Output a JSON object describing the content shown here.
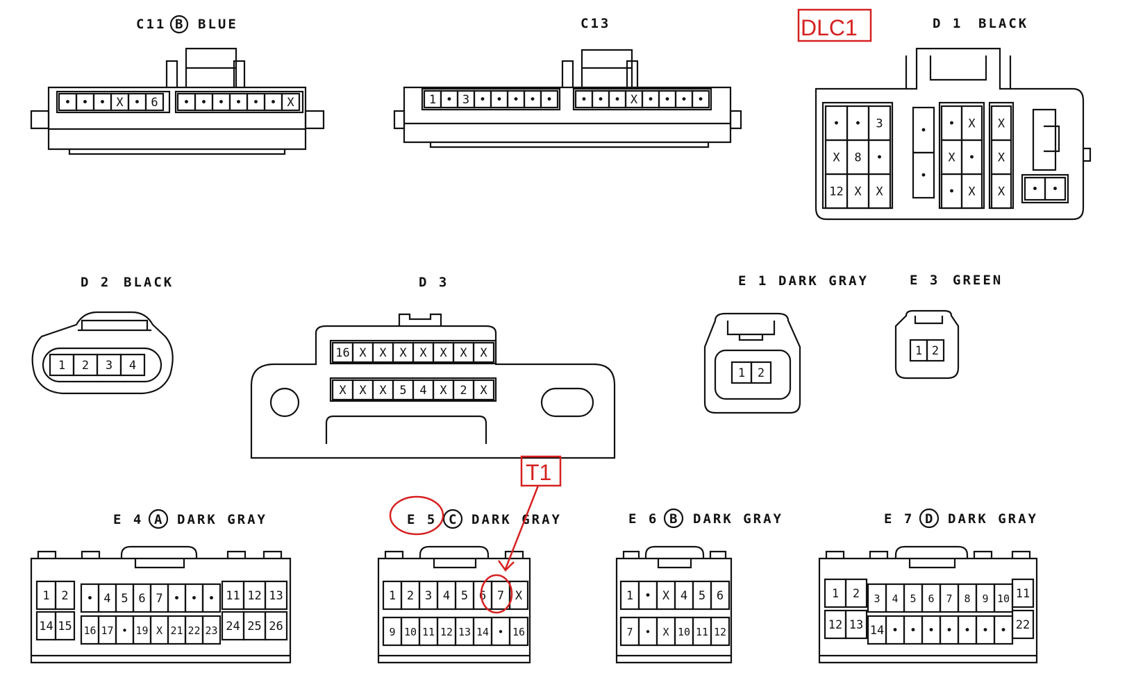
{
  "colors": {
    "ink": "#111111",
    "annotation": "#d62020"
  },
  "connectors": {
    "c11": {
      "code": "C11",
      "badge": "B",
      "color": "BLUE",
      "row1": [
        "•",
        "•",
        "•",
        "X",
        "•",
        "6"
      ],
      "row2": [
        "•",
        "•",
        "•",
        "•",
        "•",
        "•",
        "X"
      ]
    },
    "c13": {
      "code": "C13",
      "row1": [
        "1",
        "•",
        "3",
        "•",
        "•",
        "•",
        "•",
        "•"
      ],
      "row2": [
        "•",
        "•",
        "•",
        "X",
        "•",
        "•",
        "•",
        "•"
      ]
    },
    "d1": {
      "code": "D 1",
      "color": "BLACK",
      "g1": [
        [
          "•",
          "•",
          "3"
        ],
        [
          "X",
          "8",
          "•"
        ],
        [
          "12",
          "X",
          "X"
        ]
      ],
      "g2": [
        "•",
        "•"
      ],
      "g3": [
        [
          "•",
          "X"
        ],
        [
          "X",
          "•"
        ],
        [
          "•",
          "X"
        ]
      ],
      "g4": [
        "X",
        "X",
        "X"
      ],
      "g5": [
        "•",
        "•"
      ]
    },
    "d2": {
      "code": "D 2",
      "color": "BLACK",
      "pins": [
        "1",
        "2",
        "3",
        "4"
      ]
    },
    "d3": {
      "code": "D 3",
      "row1": [
        "16",
        "X",
        "X",
        "X",
        "X",
        "X",
        "X",
        "X"
      ],
      "row2": [
        "X",
        "X",
        "X",
        "5",
        "4",
        "X",
        "2",
        "X"
      ]
    },
    "e1": {
      "code": "E 1",
      "color": "DARK GRAY",
      "pins": [
        "1",
        "2"
      ]
    },
    "e3": {
      "code": "E 3",
      "color": "GREEN",
      "pins": [
        "1",
        "2"
      ]
    },
    "e4": {
      "code": "E 4",
      "badge": "A",
      "color": "DARK GRAY",
      "top_left": [
        "1",
        "2"
      ],
      "top_mid": [
        "•",
        "4",
        "5",
        "6",
        "7",
        "•",
        "•",
        "•"
      ],
      "top_right": [
        "11",
        "12",
        "13"
      ],
      "bot_left": [
        "14",
        "15"
      ],
      "bot_mid": [
        "16",
        "17",
        "•",
        "19",
        "X",
        "21",
        "22",
        "23"
      ],
      "bot_right": [
        "24",
        "25",
        "26"
      ]
    },
    "e5": {
      "code": "E 5",
      "badge": "C",
      "color": "DARK GRAY",
      "row1": [
        "1",
        "2",
        "3",
        "4",
        "5",
        "6",
        "7",
        "X"
      ],
      "row2": [
        "9",
        "10",
        "11",
        "12",
        "13",
        "14",
        "•",
        "16"
      ]
    },
    "e6": {
      "code": "E 6",
      "badge": "B",
      "color": "DARK GRAY",
      "row1": [
        "1",
        "•",
        "X",
        "4",
        "5",
        "6"
      ],
      "row2": [
        "7",
        "•",
        "X",
        "10",
        "11",
        "12"
      ]
    },
    "e7": {
      "code": "E 7",
      "badge": "D",
      "color": "DARK GRAY",
      "top_left": [
        "1",
        "2"
      ],
      "top_mid": [
        "3",
        "4",
        "5",
        "6",
        "7",
        "8",
        "9",
        "10"
      ],
      "top_right": [
        "11"
      ],
      "bot_left": [
        "12",
        "13"
      ],
      "bot_mid": [
        "14",
        "•",
        "•",
        "•",
        "•",
        "•",
        "•",
        "•"
      ],
      "bot_right": [
        "22"
      ]
    }
  },
  "annotations": {
    "dlc1": "DLC1",
    "t1": "T1"
  }
}
